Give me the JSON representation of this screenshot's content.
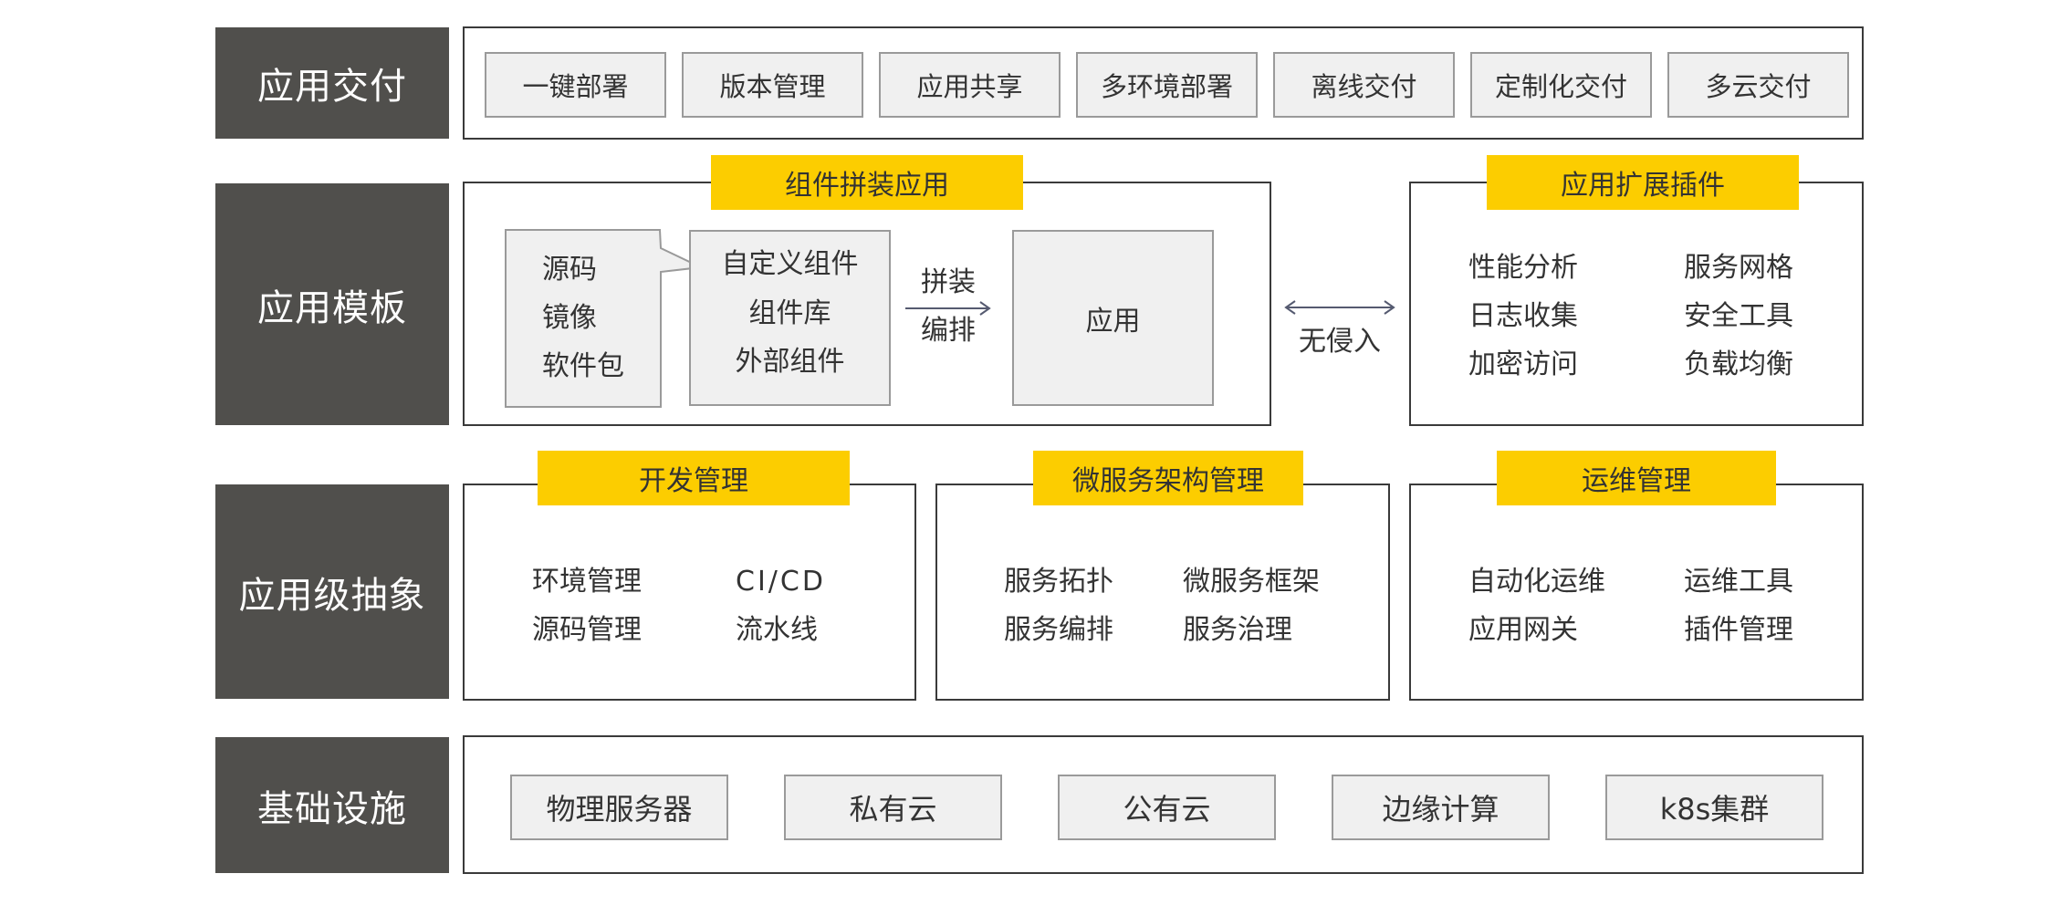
{
  "rows": {
    "delivery": {
      "label": "应用交付",
      "items": [
        "一键部署",
        "版本管理",
        "应用共享",
        "多环境部署",
        "离线交付",
        "定制化交付",
        "多云交付"
      ]
    },
    "template": {
      "label": "应用模板",
      "assembly": {
        "title": "组件拼装应用",
        "sources": [
          "源码",
          "镜像",
          "软件包"
        ],
        "components": [
          "自定义组件",
          "组件库",
          "外部组件"
        ],
        "arrow_label_1": "拼装",
        "arrow_label_2": "编排",
        "app": "应用"
      },
      "non_intrusive": "无侵入",
      "plugins": {
        "title": "应用扩展插件",
        "items": [
          "性能分析",
          "服务网格",
          "日志收集",
          "安全工具",
          "加密访问",
          "负载均衡"
        ]
      }
    },
    "abstraction": {
      "label": "应用级抽象",
      "dev": {
        "title": "开发管理",
        "items": [
          "环境管理",
          "CI/CD",
          "源码管理",
          "流水线"
        ]
      },
      "micro": {
        "title": "微服务架构管理",
        "items": [
          "服务拓扑",
          "微服务框架",
          "服务编排",
          "服务治理"
        ]
      },
      "ops": {
        "title": "运维管理",
        "items": [
          "自动化运维",
          "运维工具",
          "应用网关",
          "插件管理"
        ]
      }
    },
    "infra": {
      "label": "基础设施",
      "items": [
        "物理服务器",
        "私有云",
        "公有云",
        "边缘计算",
        "k8s集群"
      ]
    }
  },
  "colors": {
    "label_bg": "#504f4c",
    "accent": "#fccd00",
    "box_fill": "#f0f0f0",
    "box_border": "#9a9a9a"
  }
}
